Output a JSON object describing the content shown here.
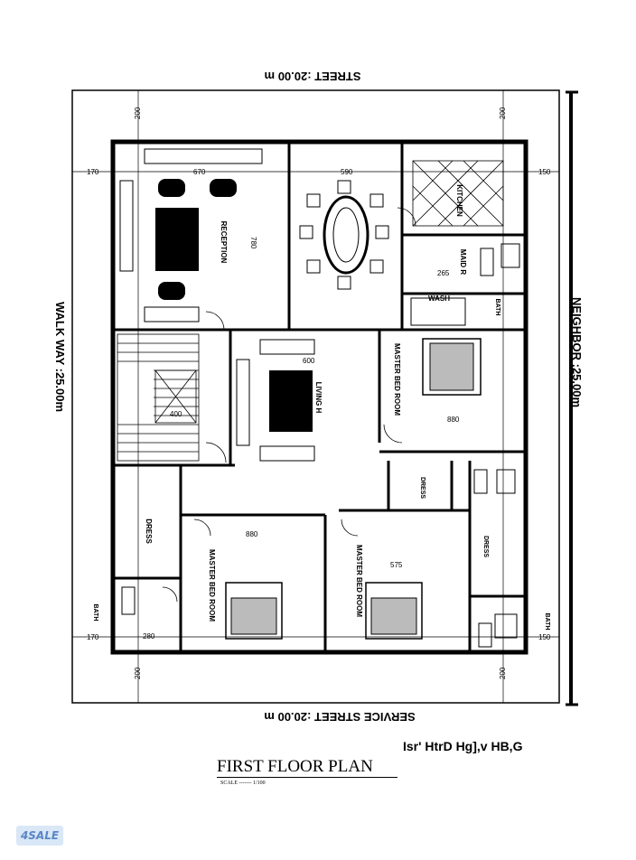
{
  "plan": {
    "street_top": "STREET :20.00 m",
    "street_bottom": "SERVICE STREET :20.00 m",
    "walkway": "WALK WAY :25.00m",
    "neighbor": "NEIGHBOR :25.00m",
    "rooms": {
      "reception": "RECEPTION",
      "kitchen": "KITCHEN",
      "maid_room": "MAID R",
      "wash": "WASH",
      "bath": "BATH",
      "master_bed_room": "MASTER BED ROOM",
      "living": "LIVING H",
      "dress": "DRESS"
    },
    "dims": {
      "d200": "200",
      "d170": "170",
      "d150": "150",
      "d670": "670",
      "d780": "780",
      "d590": "590",
      "d265": "265",
      "d600": "600",
      "d880": "880",
      "d575": "575",
      "d280": "280",
      "d400": "400"
    }
  },
  "title": "FIRST FLOOR PLAN",
  "scale": "SCALE ------- 1/100",
  "code_line": "Isr' HtrD Hg],v HB,G",
  "watermark": "4SALE"
}
